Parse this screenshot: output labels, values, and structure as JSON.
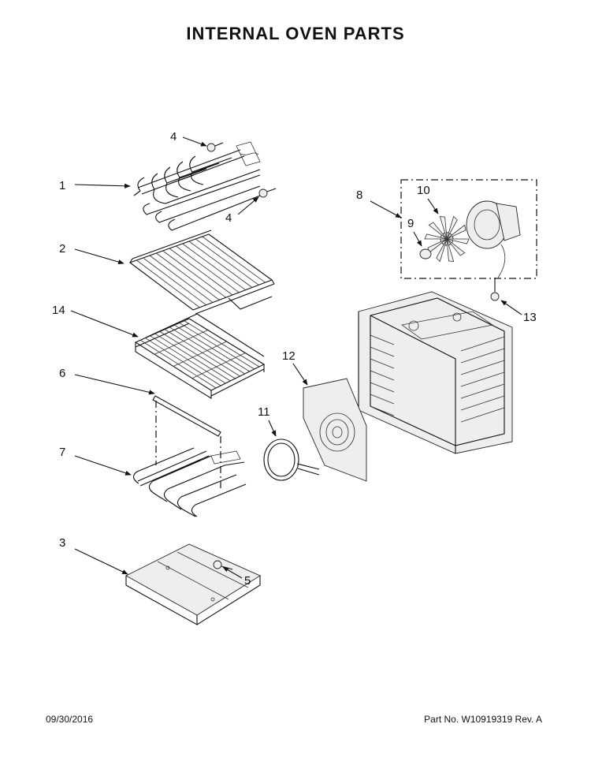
{
  "title": "INTERNAL OVEN PARTS",
  "footer": {
    "date": "09/30/2016",
    "part_number": "Part No.  W10919319  Rev.  A"
  },
  "callouts": {
    "c1": "1",
    "c2": "2",
    "c3": "3",
    "c4a": "4",
    "c4b": "4",
    "c5": "5",
    "c6": "6",
    "c7": "7",
    "c8": "8",
    "c9": "9",
    "c10": "10",
    "c11": "11",
    "c12": "12",
    "c13": "13",
    "c14": "14"
  }
}
